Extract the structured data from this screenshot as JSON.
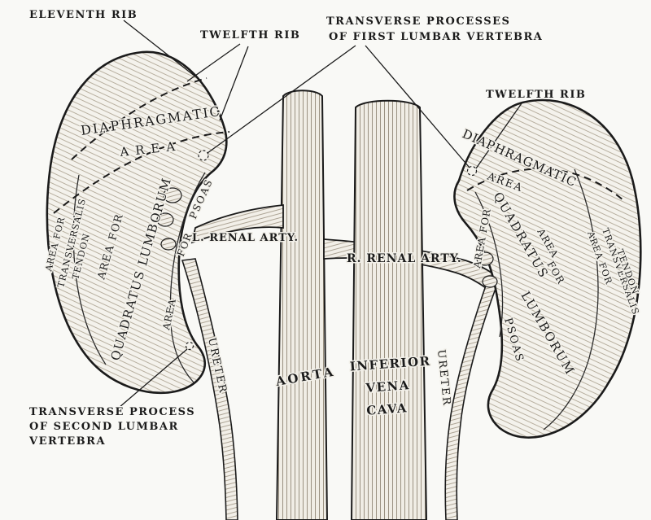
{
  "figure": {
    "title": "Posterior surfaces of the kidneys, showing areas of relation",
    "colors": {
      "paper": "#f9f9f6",
      "ink": "#1b1b1b",
      "kidney_fill": "#f4f2ec",
      "vessel_fill": "#f0ede5"
    },
    "annotations": {
      "eleventh_rib": "ELEVENTH RIB",
      "twelfth_rib_left": "TWELFTH RIB",
      "twelfth_rib_right": "TWELFTH RIB",
      "transverse_first": {
        "line1": "TRANSVERSE PROCESSES",
        "line2": "OF FIRST LUMBAR VERTEBRA"
      },
      "transverse_second": {
        "line1": "TRANSVERSE PROCESS",
        "line2": "OF SECOND LUMBAR",
        "line3": "VERTEBRA"
      }
    },
    "left_kidney": {
      "diaphragmatic": "DIAPHRAGMATIC",
      "diaphragmatic_area": "AREA",
      "edge_area_for": "AREA FOR",
      "edge_transversalis": "TRANSVERSALIS",
      "edge_tendon": "TENDON",
      "area_for": "AREA FOR",
      "quadratus_lumborum": "QUADRATUS LUMBORUM",
      "hilum_area": "AREA",
      "hilum_for": "FOR",
      "psoas": "PSOAS",
      "ureter": "URETER"
    },
    "right_kidney": {
      "diaphragmatic": "DIAPHRAGMATIC",
      "diaphragmatic_area": "AREA",
      "hilum_area_for": "AREA FOR",
      "quadratus": "QUADRATUS",
      "mid_area": "AREA",
      "mid_for": "FOR",
      "lumborum": "LUMBORUM",
      "edge_area_for": "AREA FOR",
      "edge_transversalis": "TRANSVERSALIS",
      "edge_tendon": "TENDON",
      "psoas": "PSOAS",
      "ureter": "URETER"
    },
    "vessels": {
      "left_renal_artery": "L. RENAL ARTY.",
      "right_renal_artery": "R. RENAL ARTY.",
      "aorta": "AORTA",
      "ivc_line1": "INFERIOR",
      "ivc_line2": "VENA",
      "ivc_line3": "CAVA"
    }
  }
}
